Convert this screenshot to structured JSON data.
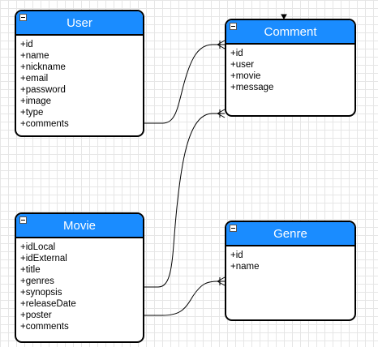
{
  "diagram": {
    "entities": [
      {
        "id": "user",
        "name": "User",
        "attributes": [
          "+id",
          "+name",
          "+nickname",
          "+email",
          "+password",
          "+image",
          "+type",
          "+comments"
        ]
      },
      {
        "id": "comment",
        "name": "Comment",
        "attributes": [
          "+id",
          "+user",
          "+movie",
          "+message"
        ]
      },
      {
        "id": "movie",
        "name": "Movie",
        "attributes": [
          "+idLocal",
          "+idExternal",
          "+title",
          "+genres",
          "+synopsis",
          "+releaseDate",
          "+poster",
          "+comments"
        ]
      },
      {
        "id": "genre",
        "name": "Genre",
        "attributes": [
          "+id",
          "+name"
        ]
      }
    ],
    "relations": [
      {
        "from": "user",
        "from_attr": "+comments",
        "to": "comment",
        "end": "crows-foot-one-or-many"
      },
      {
        "from": "movie",
        "from_attr": "+genres",
        "to": "comment",
        "end": "crows-foot-one-or-many"
      },
      {
        "from": "movie",
        "from_attr": "+poster",
        "to": "genre",
        "end": "crows-foot-one-or-many"
      }
    ],
    "colors": {
      "header": "#1a8cff",
      "header_text": "#ffffff",
      "border": "#000000",
      "grid": "#e6e6e6"
    }
  }
}
